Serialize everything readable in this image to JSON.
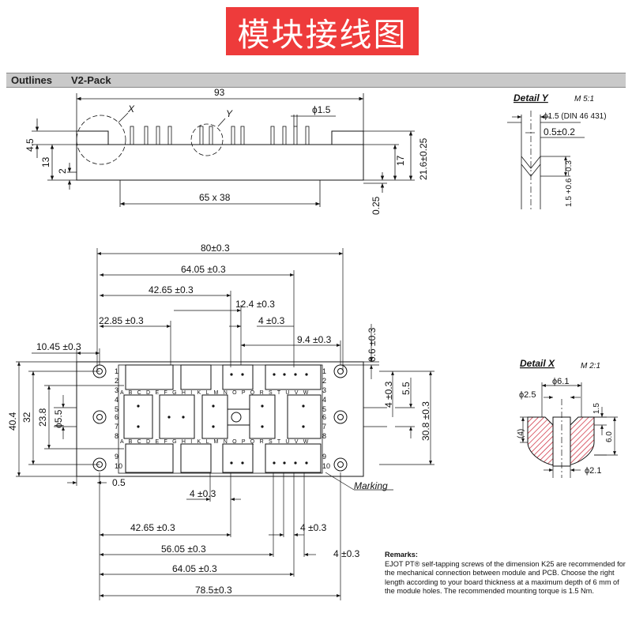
{
  "title": "模块接线图",
  "header": {
    "outlines": "Outlines",
    "pack": "V2-Pack"
  },
  "side_view": {
    "width_total": "93",
    "h_4_5": "4.5",
    "h_13": "13",
    "h_2": "2",
    "detail_x_marker": "X",
    "detail_y_marker": "Y",
    "pin_diameter": "ϕ1.5",
    "h_17": "17",
    "h_21_6": "21.6±0.25",
    "gap_0_25": "0.25",
    "base_size": "65  x 38"
  },
  "detail_y": {
    "title": "Detail Y",
    "scale": "M 5:1",
    "pin_spec": "ϕ1.5 (DIN 46 431)",
    "width": "0.5±0.2",
    "length": "1.5 +0.6 −0.3"
  },
  "detail_x": {
    "title": "Detail X",
    "scale": "M 2:1",
    "d_6_1": "ϕ6.1",
    "d_2_5": "ϕ2.5",
    "h_1_5": "1.5",
    "h_4": "(4)",
    "h_6_0": "6.0",
    "d_2_1": "ϕ2.1"
  },
  "top_view": {
    "d_80": "80±0.3",
    "d_64_05_top": "64.05 ±0.3",
    "d_42_65_top": "42.65 ±0.3",
    "d_12_4": "12.4 ±0.3",
    "d_22_85": "22.85 ±0.3",
    "d_4_top": "4 ±0.3",
    "d_9_4": "9.4 ±0.3",
    "d_10_45": "10.45 ±0.3",
    "d_0_6": "0.6 ±0.3",
    "d_4_right": "4 ±0.3",
    "d_5_5_right": "5.5",
    "d_30_8": "30.8 ±0.3",
    "d_40_4": "40.4",
    "d_32": "32",
    "d_23_8": "23.8",
    "d_phi_5_5": "ϕ5.5",
    "d_0_5": "0.5",
    "marking": "Marking",
    "d_4_bottom": "4 ±0.3",
    "d_42_65_bottom": "42.65 ±0.3",
    "d_4_b2": "4 ±0.3",
    "d_56_05": "56.05 ±0.3",
    "d_4_b3": "4 ±0.3",
    "d_64_05_bottom": "64.05 ±0.3",
    "d_78_5": "78.5±0.3",
    "pin_rows_left": [
      "1",
      "2",
      "3",
      "4",
      "5",
      "6",
      "7",
      "8",
      "9",
      "10"
    ],
    "pin_rows_right": [
      "1",
      "2",
      "3",
      "4",
      "5",
      "6",
      "7",
      "8",
      "9",
      "10"
    ],
    "col_letters_top": "A B C D E F G H I K L M N O P Q R S T U V W",
    "col_letters_mid": "A B C D E F G H I K L M N O P Q R S T U V W"
  },
  "remarks": {
    "title": "Remarks:",
    "text": "EJOT PT® self-tapping screws of the dimension K25 are recommended for the mechanical connection between module and PCB. Choose the right length according to your board thickness at a maximum depth of 6 mm of the module holes. The recommended mounting torque is 1.5 Nm."
  }
}
